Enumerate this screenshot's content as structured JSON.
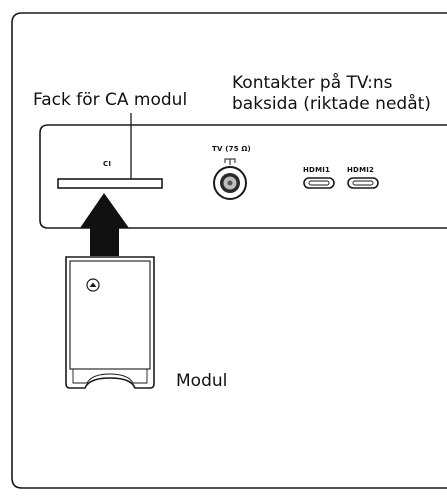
{
  "labels": {
    "slot_label": "Fack för CA modul",
    "connectors_line1": "Kontakter på TV:ns",
    "connectors_line2": "baksida (riktade nedåt)",
    "module_label": "Modul"
  },
  "panel": {
    "ci_label": "CI",
    "tv_label": "TV (75 Ω)",
    "hdmi1_label": "HDMI1",
    "hdmi2_label": "HDMI2"
  },
  "colors": {
    "stroke": "#1a1a1a",
    "arrow": "#111111"
  }
}
